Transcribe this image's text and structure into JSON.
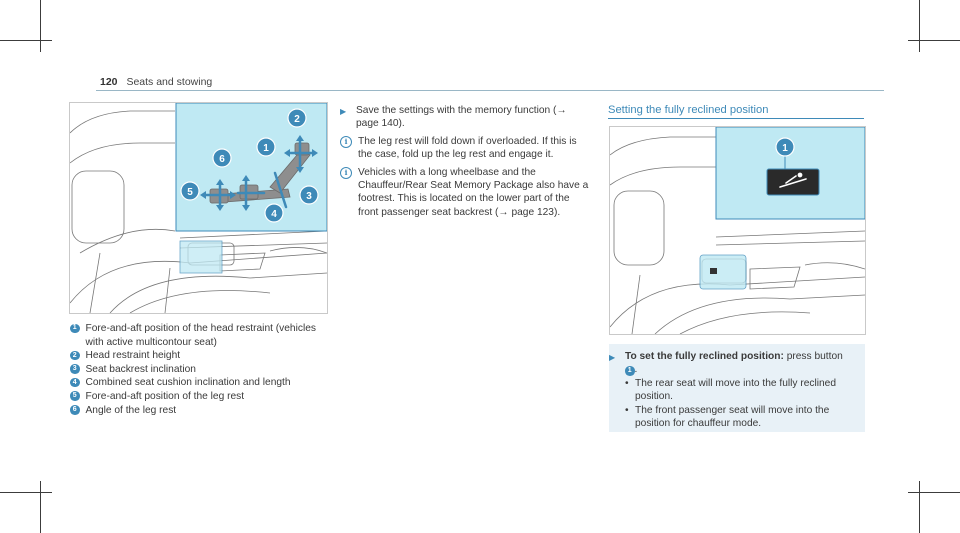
{
  "header": {
    "page_number": "120",
    "section": "Seats and stowing"
  },
  "figure_left": {
    "labels": [
      "1",
      "2",
      "3",
      "4",
      "5",
      "6"
    ]
  },
  "legend": [
    {
      "num": "1",
      "text": "Fore-and-aft position of the head restraint (vehicles with active multicontour seat)"
    },
    {
      "num": "2",
      "text": "Head restraint height"
    },
    {
      "num": "3",
      "text": "Seat backrest inclination"
    },
    {
      "num": "4",
      "text": "Combined seat cushion inclination and length"
    },
    {
      "num": "5",
      "text": "Fore-and-aft position of the leg rest"
    },
    {
      "num": "6",
      "text": "Angle of the leg rest"
    }
  ],
  "middle": {
    "step": {
      "text": "Save the settings with the memory function (→ page 140)."
    },
    "info1": {
      "text": "The leg rest will fold down if overloaded. If this is the case, fold up the leg rest and engage it."
    },
    "info2": {
      "text": "Vehicles with a long wheelbase and the Chauffeur/Rear Seat Memory Package also have a footrest. This is located on the lower part of the front passenger seat backrest (→ page 123)."
    }
  },
  "right": {
    "title": "Setting the fully reclined position",
    "figure_label": "1",
    "step_bold": "To set the fully reclined position:",
    "step_rest": " press button",
    "step_num": "1",
    "step_end": ".",
    "bullets": [
      "The rear seat will move into the fully reclined position.",
      "The front passenger seat will move into the position for chauffeur mode."
    ]
  },
  "colors": {
    "accent": "#3e8ab8",
    "highlight": "#bfe9f3",
    "panel": "#e8f1f7"
  }
}
